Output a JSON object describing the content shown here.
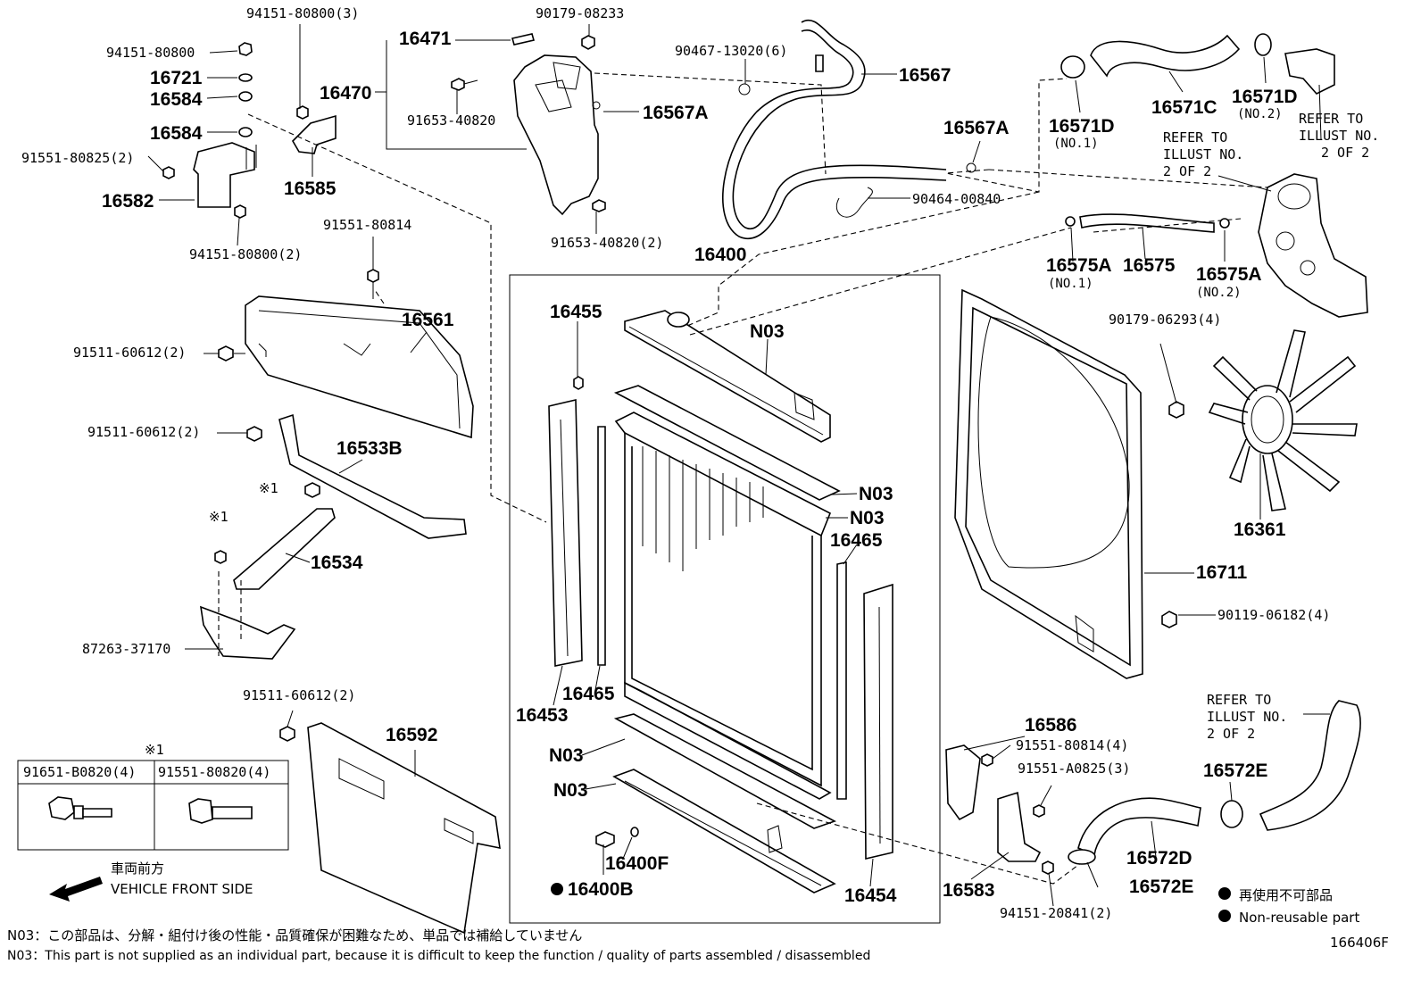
{
  "diagram_id": "166406F",
  "labels": {
    "p94151_80800_3": "94151-80800(3)",
    "p90179_08233": "90179-08233",
    "p16471": "16471",
    "p94151_80800": "94151-80800",
    "p16721": "16721",
    "p16584a": "16584",
    "p16584b": "16584",
    "p16470": "16470",
    "p91653_40820": "91653-40820",
    "p16567A_a": "16567A",
    "p91551_80825_2": "91551-80825(2)",
    "p16582": "16582",
    "p16585": "16585",
    "p94151_80800_2": "94151-80800(2)",
    "p91653_40820_2": "91653-40820(2)",
    "p90467_13020_6": "90467-13020(6)",
    "p16567": "16567",
    "p16567A_b": "16567A",
    "p90464_00840": "90464-00840",
    "p16571C": "16571C",
    "p16571D_1": "16571D",
    "p16571D_1_sub": "(NO.1)",
    "p16571D_2": "16571D",
    "p16571D_2_sub": "(NO.2)",
    "refer_a1": "REFER TO",
    "refer_a2": "ILLUST NO.",
    "refer_a3": "2 OF 2",
    "refer_b1": "REFER TO",
    "refer_b2": "ILLUST NO.",
    "refer_b3": "2 OF 2",
    "refer_c1": "REFER TO",
    "refer_c2": "ILLUST NO.",
    "refer_c3": "2 OF 2",
    "p91551_80814": "91551-80814",
    "p16400": "16400",
    "p16561": "16561",
    "p91511_60612_2a": "91511-60612(2)",
    "p91511_60612_2b": "91511-60612(2)",
    "p91511_60612_2c": "91511-60612(2)",
    "p16533B": "16533B",
    "p16575A_1": "16575A",
    "p16575A_1_sub": "(NO.1)",
    "p16575": "16575",
    "p16575A_2": "16575A",
    "p16575A_2_sub": "(NO.2)",
    "p16455": "16455",
    "pN03_a": "N03",
    "pN03_b": "N03",
    "pN03_c": "N03",
    "pN03_d": "N03",
    "pN03_e": "N03",
    "p90179_06293_4": "90179-06293(4)",
    "p16465a": "16465",
    "p16465b": "16465",
    "p16361": "16361",
    "p16711": "16711",
    "p90119_06182_4": "90119-06182(4)",
    "mark1a": "※1",
    "mark1b": "※1",
    "mark1c": "※1",
    "p16534": "16534",
    "p87263_37170": "87263-37170",
    "p16453": "16453",
    "p16592": "16592",
    "p16586": "16586",
    "p91551_80814_4": "91551-80814(4)",
    "p91551_A0825_3": "91551-A0825(3)",
    "p16572E_a": "16572E",
    "p16572E_b": "16572E",
    "p16572D": "16572D",
    "p16583": "16583",
    "p16454": "16454",
    "p16400F": "16400F",
    "p16400B": "16400B",
    "p94151_20841_2": "94151-20841(2)",
    "tbl_col1": "91651-B0820(4)",
    "tbl_col2": "91551-80820(4)",
    "front_jp": "車両前方",
    "front_en": "VEHICLE FRONT SIDE",
    "legend_jp": "再使用不可部品",
    "legend_en": "Non-reusable part",
    "note_jp": "N03：この部品は、分解・組付け後の性能・品質確保が困難なため、単品では補給していません",
    "note_en": "N03：This part is not supplied as an individual part, because it is difficult to keep the function / quality of parts assembled / disassembled"
  }
}
